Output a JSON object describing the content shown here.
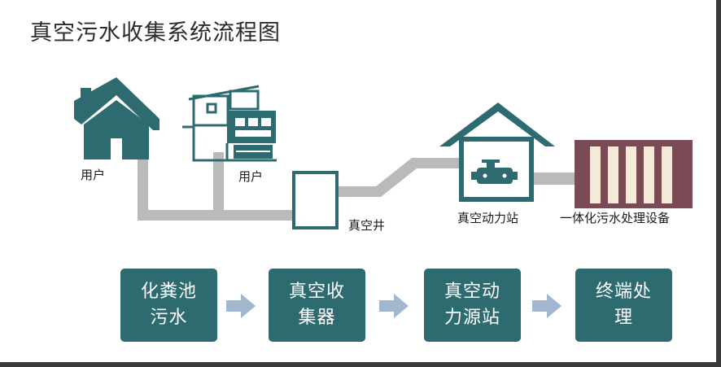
{
  "title": "真空污水收集系统流程图",
  "labels": {
    "house1": "用户",
    "house2": "用户",
    "vacuum_well": "真空井",
    "vacuum_station": "真空动力站",
    "treatment_equipment": "一体化污水处理设备"
  },
  "flow_steps": [
    {
      "label": "化粪池污水"
    },
    {
      "label": "真空收集器"
    },
    {
      "label": "真空动力源站"
    },
    {
      "label": "终端处理"
    }
  ],
  "colors": {
    "teal": "#2e6b70",
    "pipe": "#b9babb",
    "arrow": "#a3b6cf",
    "tank": "#7a4a55",
    "tank_slot": "#f3ead8"
  },
  "icons": [
    "house-icon",
    "modern-house-icon",
    "vacuum-well-icon",
    "pump-station-icon",
    "treatment-tank-icon",
    "arrow-right-icon"
  ]
}
